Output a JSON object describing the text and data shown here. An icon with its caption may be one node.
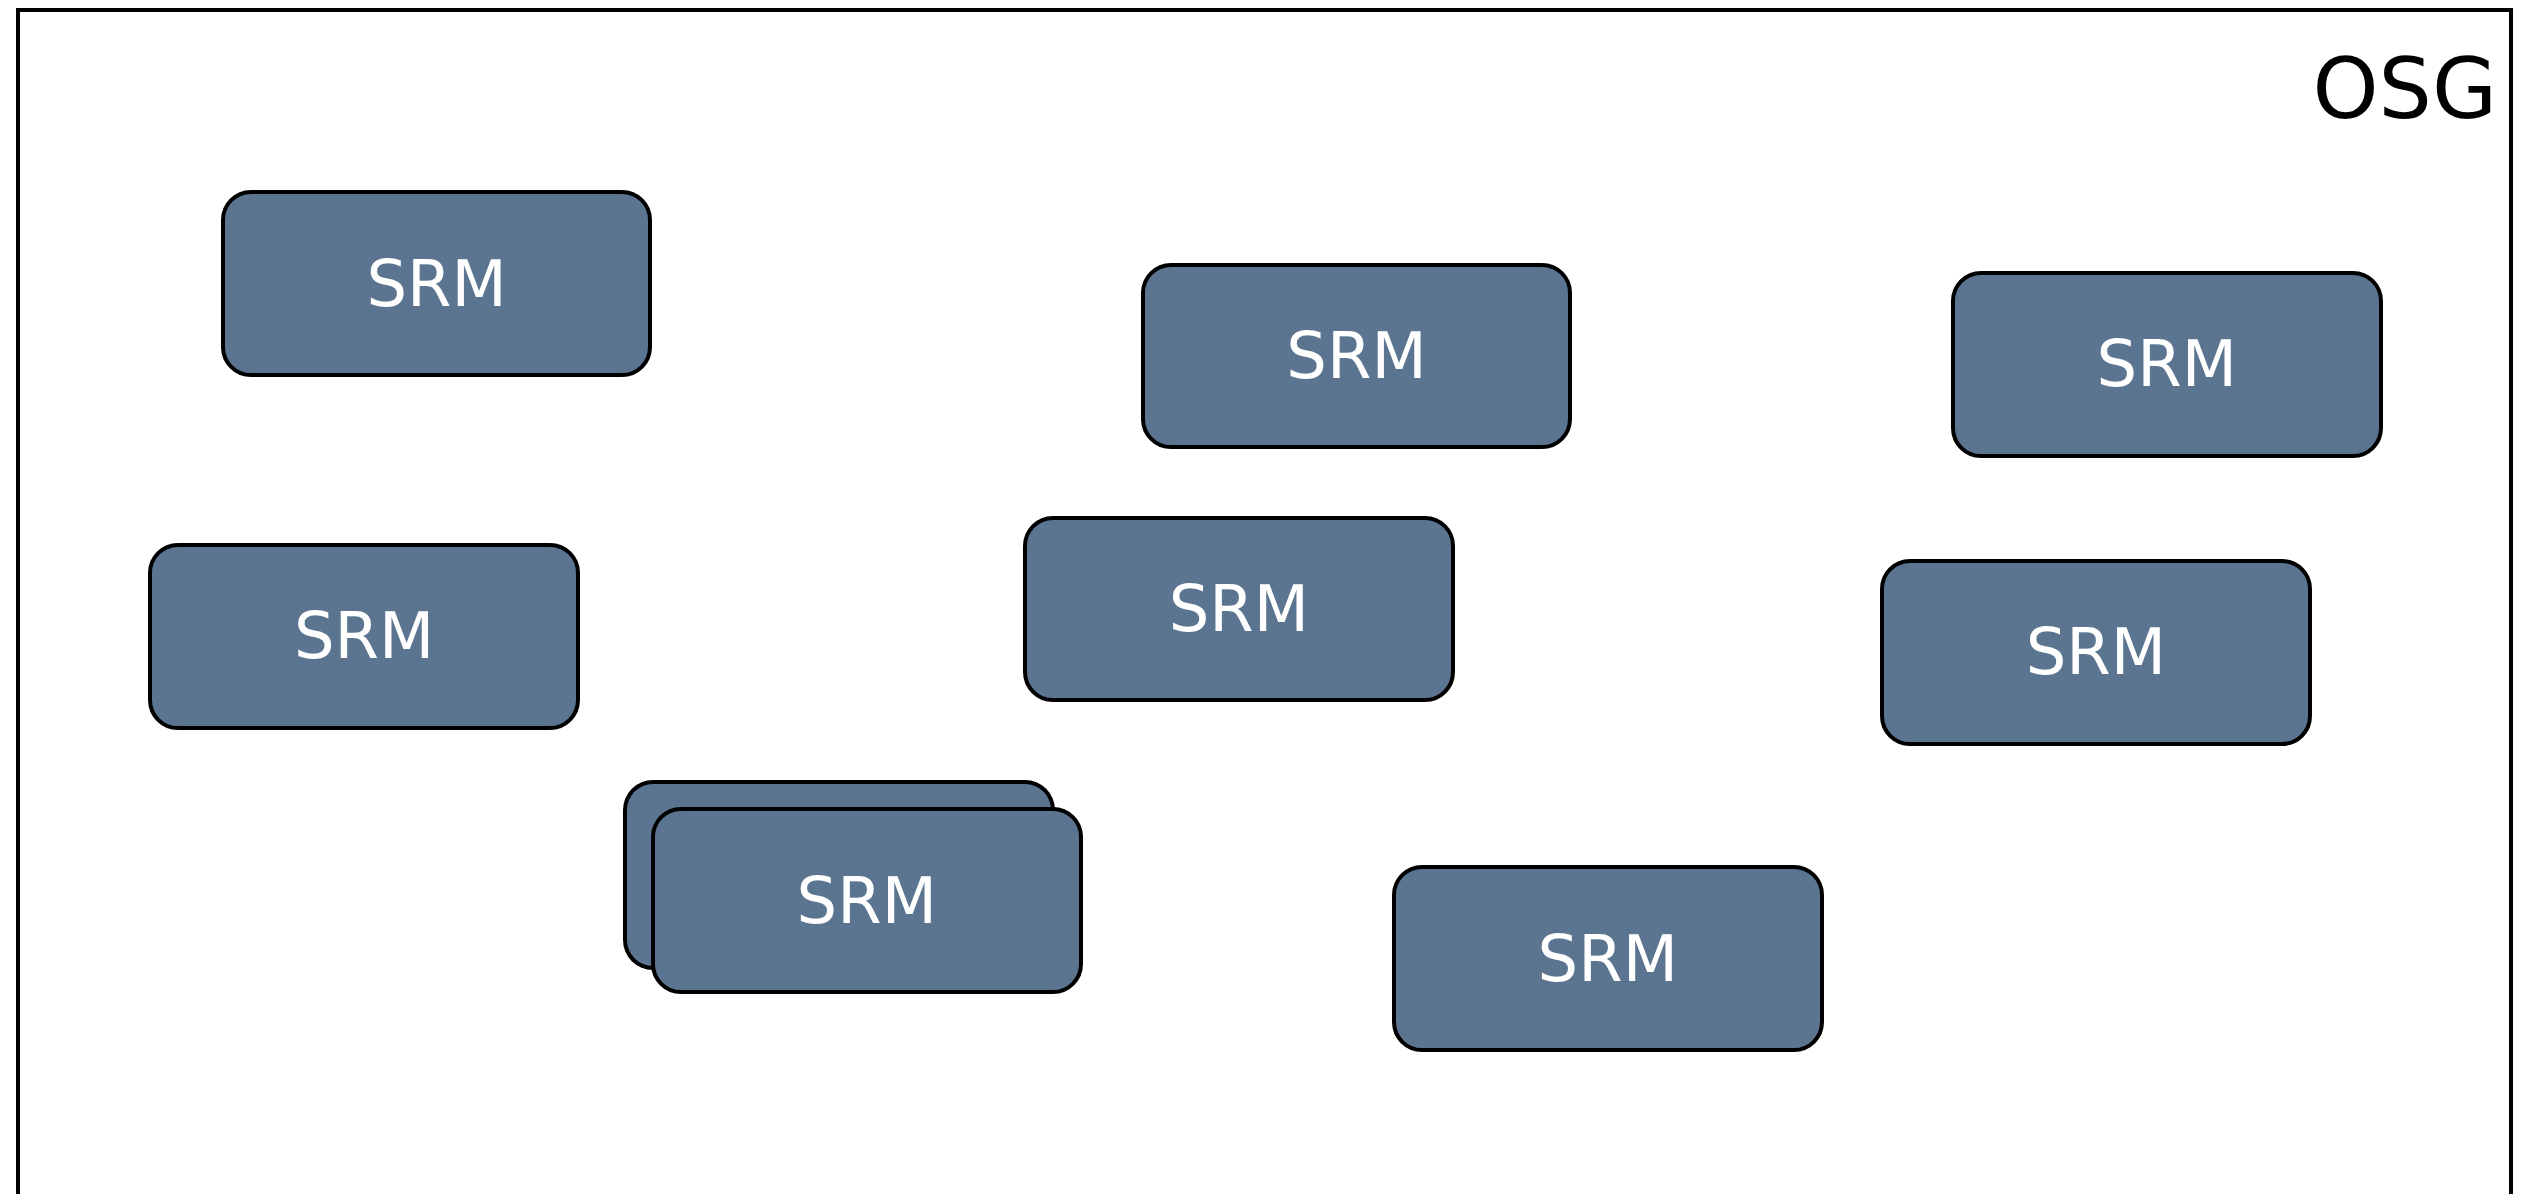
{
  "diagram": {
    "nodes": [
      {
        "text": [
          "OSG"
        ]
      },
      {
        "text": [
          "SRM"
        ],
        "in": 0
      },
      {
        "text": [
          "SRM"
        ],
        "in": 0
      },
      {
        "text": [
          "SRM"
        ],
        "in": 0
      },
      {
        "text": [
          "SRM"
        ],
        "in": 0
      },
      {
        "text": [
          "SRM"
        ],
        "in": 0
      },
      {
        "text": [
          "SRM"
        ],
        "in": 0
      },
      {
        "text": [],
        "shape": "box",
        "in": 0
      },
      {
        "text": [
          "SRM"
        ],
        "in": 0
      },
      {
        "text": [
          "SRM"
        ],
        "in": 0
      }
    ],
    "edges": []
  }
}
